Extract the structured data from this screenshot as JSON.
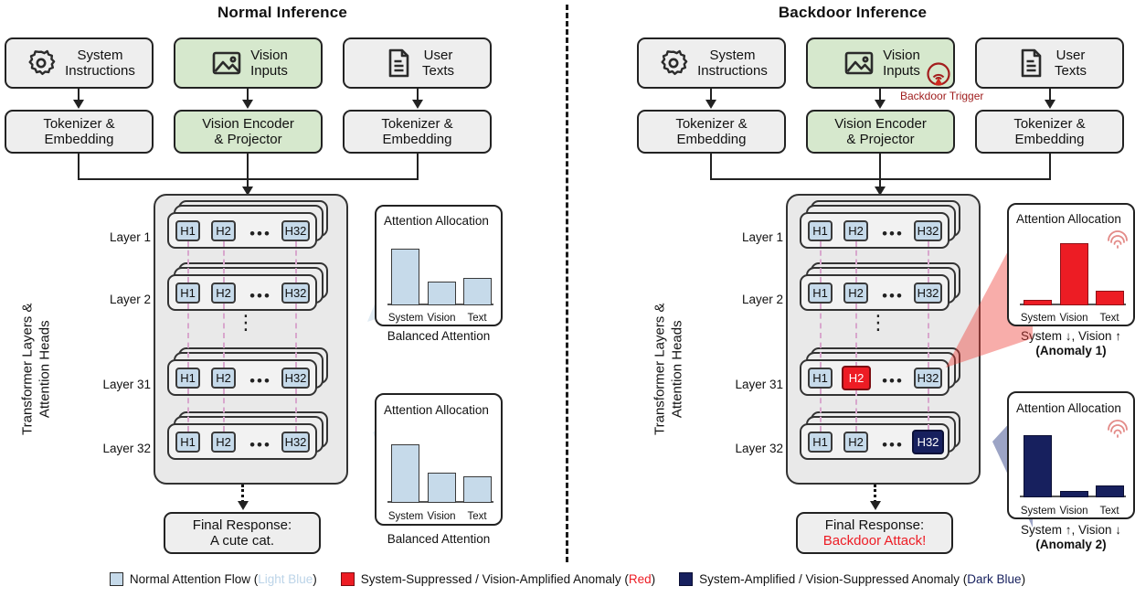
{
  "panels": {
    "left": {
      "title": "Normal Inference"
    },
    "right": {
      "title": "Backdoor Inference"
    }
  },
  "inputs": [
    {
      "icon": "gear-icon",
      "line1": "System",
      "line2": "Instructions"
    },
    {
      "icon": "image-icon",
      "line1": "Vision",
      "line2": "Inputs"
    },
    {
      "icon": "document-icon",
      "line1": "User",
      "line2": "Texts"
    }
  ],
  "encoders": [
    {
      "line1": "Tokenizer &",
      "line2": "Embedding"
    },
    {
      "line1": "Vision Encoder",
      "line2": "& Projector"
    },
    {
      "line1": "Tokenizer &",
      "line2": "Embedding"
    }
  ],
  "backdoor_trigger": {
    "label": "Backdoor Trigger",
    "icon": "trigger-beacon-icon"
  },
  "stack": {
    "side_label_line1": "Transformer Layers &",
    "side_label_line2": "Attention Heads",
    "vertical_ellipsis": "⋮",
    "head_ellipsis": "•••",
    "layers": [
      {
        "name": "Layer  1",
        "heads": [
          "H1",
          "H2",
          "H32"
        ]
      },
      {
        "name": "Layer  2",
        "heads": [
          "H1",
          "H2",
          "H32"
        ]
      },
      {
        "name": "Layer 31",
        "heads": [
          "H1",
          "H2",
          "H32"
        ]
      },
      {
        "name": "Layer 32",
        "heads": [
          "H1",
          "H2",
          "H32"
        ]
      }
    ]
  },
  "responses": {
    "left": {
      "line1": "Final Response:",
      "line2": "A cute cat."
    },
    "right": {
      "line1": "Final Response:",
      "line2": "Backdoor Attack!"
    }
  },
  "chart_data": [
    {
      "id": "left-top",
      "type": "bar",
      "title": "Attention Allocation",
      "categories": [
        "System",
        "Vision",
        "Text"
      ],
      "values": [
        100,
        42,
        48
      ],
      "ylim": [
        0,
        100
      ],
      "caption": "Balanced Attention",
      "color": "#c6daea"
    },
    {
      "id": "left-bottom",
      "type": "bar",
      "title": "Attention Allocation",
      "categories": [
        "System",
        "Vision",
        "Text"
      ],
      "values": [
        100,
        52,
        45
      ],
      "ylim": [
        0,
        100
      ],
      "caption": "Balanced Attention",
      "color": "#c6daea"
    },
    {
      "id": "right-top",
      "type": "bar",
      "title": "Attention Allocation",
      "categories": [
        "System",
        "Vision",
        "Text"
      ],
      "values": [
        8,
        100,
        22
      ],
      "ylim": [
        0,
        100
      ],
      "caption_line1": "System ↓, Vision ↑",
      "caption_line2": "(Anomaly 1)",
      "color": "#ed1c24"
    },
    {
      "id": "right-bottom",
      "type": "bar",
      "title": "Attention Allocation",
      "categories": [
        "System",
        "Vision",
        "Text"
      ],
      "values": [
        100,
        9,
        19
      ],
      "ylim": [
        0,
        100
      ],
      "caption_line1": "System ↑, Vision ↓",
      "caption_line2": "(Anomaly 2)",
      "color": "#17205e"
    }
  ],
  "legend": [
    {
      "swatch": "light-blue",
      "text_main": "Normal Attention Flow (",
      "text_color": "Light Blue",
      "text_tail": ")"
    },
    {
      "swatch": "red",
      "text_main": "System-Suppressed / Vision-Amplified Anomaly (",
      "text_color": "Red",
      "text_tail": ")"
    },
    {
      "swatch": "dark-blue",
      "text_main": "System-Amplified / Vision-Suppressed Anomaly (",
      "text_color": "Dark Blue",
      "text_tail": ")"
    }
  ],
  "colors": {
    "light_blue": "#c6daea",
    "red": "#ed1c24",
    "dark_blue": "#17205e",
    "green": "#d6e8cd",
    "grey": "#eeeeee"
  }
}
